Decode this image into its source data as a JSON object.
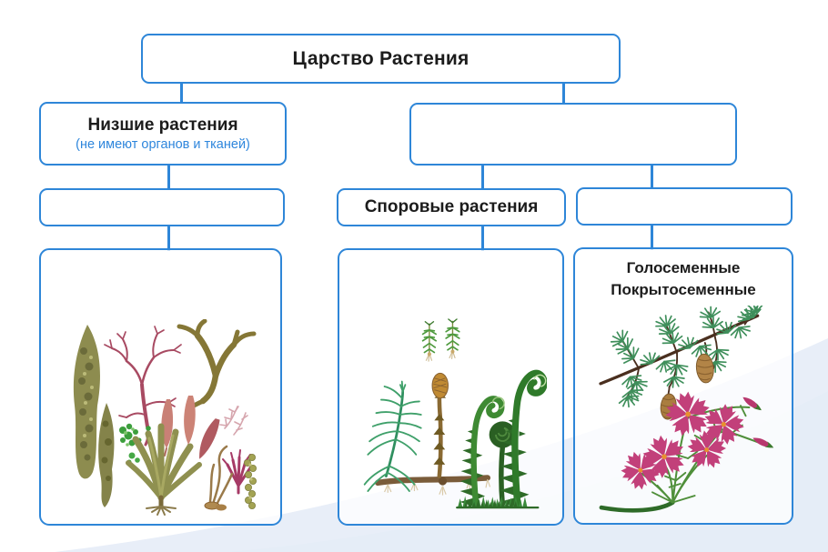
{
  "palette": {
    "border_blue": "#2e86d8",
    "subtitle_blue": "#2e86dc",
    "text_dark": "#1c1c1c",
    "wedge_blue": "#e8eef8"
  },
  "diagram": {
    "root": {
      "label": "Царство Растения"
    },
    "level1": {
      "lower_plants": {
        "title": "Низшие растения",
        "subtitle": "(не имеют органов и тканей)"
      },
      "higher_plants": {
        "label": ""
      }
    },
    "level2": {
      "algae_group": {
        "label": ""
      },
      "spore_plants": {
        "label": "Споровые растения"
      },
      "seed_plants": {
        "label": ""
      }
    },
    "level3": {
      "algae_card": {
        "label": "",
        "illustration": "algae-illustration"
      },
      "spore_card": {
        "label": "",
        "illustration": "spore-plants-illustration"
      },
      "seed_card": {
        "title_line1": "Голосеменные",
        "title_line2": "Покрытосеменные",
        "illustration": "conifer-and-flowers-illustration"
      }
    }
  }
}
